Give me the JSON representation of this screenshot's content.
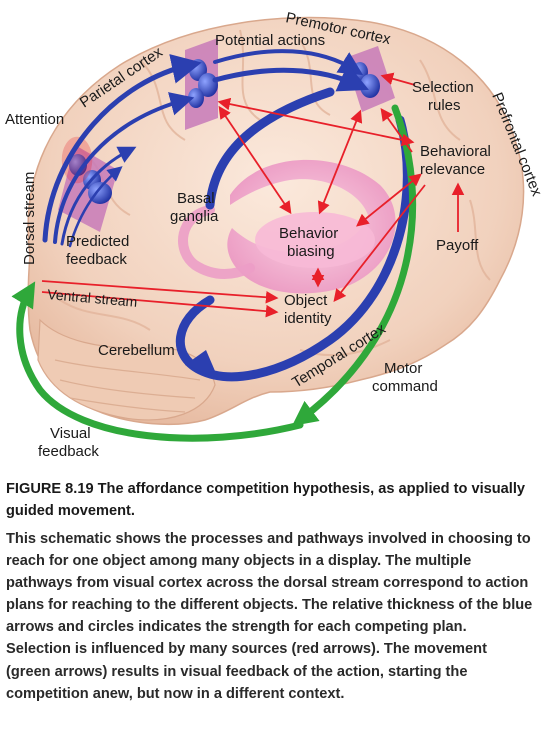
{
  "labels": {
    "premotor_cortex": "Premotor cortex",
    "potential_actions": "Potential actions",
    "parietal_cortex": "Parietal cortex",
    "attention": "Attention",
    "selection_rules_1": "Selection",
    "selection_rules_2": "rules",
    "prefrontal_cortex": "Prefrontal cortex",
    "behavioral_relevance_1": "Behavioral",
    "behavioral_relevance_2": "relevance",
    "dorsal_stream": "Dorsal stream",
    "basal_ganglia_1": "Basal",
    "basal_ganglia_2": "ganglia",
    "behavior_biasing_1": "Behavior",
    "behavior_biasing_2": "biasing",
    "payoff": "Payoff",
    "predicted_feedback_1": "Predicted",
    "predicted_feedback_2": "feedback",
    "ventral_stream": "Ventral stream",
    "object_identity_1": "Object",
    "object_identity_2": "identity",
    "cerebellum": "Cerebellum",
    "temporal_cortex": "Temporal cortex",
    "motor_command_1": "Motor",
    "motor_command_2": "command",
    "visual_feedback_1": "Visual",
    "visual_feedback_2": "feedback"
  },
  "caption": {
    "title": "FIGURE 8.19 The affordance competition hypothesis, as applied to visually guided movement.",
    "body": "This schematic shows the processes and pathways involved in choosing to reach for one object among many objects in a display. The multiple pathways from visual cortex across the dorsal stream correspond to action plans for reaching to the different objects. The relative thickness of the blue arrows and circles indicates the strength for each competing plan. Selection is influenced by many sources (red arrows). The movement (green arrows) results in visual feedback of the action, starting the competition anew, but now in a different context."
  },
  "colors": {
    "blue_pathway": "#2b3fb0",
    "red_influence": "#e8202a",
    "green_movement": "#2fa83a",
    "brain_tissue": "#f3d6c4",
    "map_plane": "#c77ab8"
  }
}
